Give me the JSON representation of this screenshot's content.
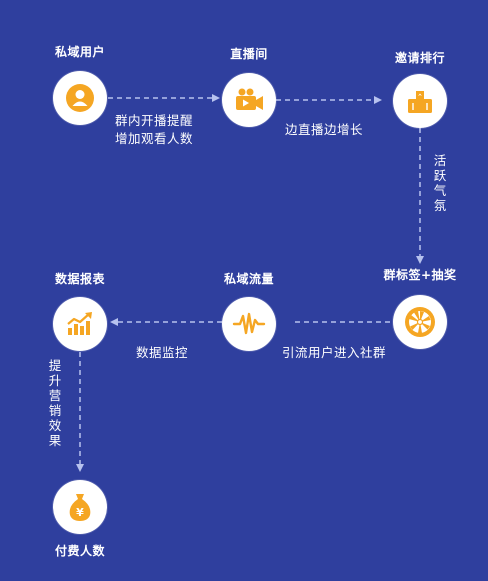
{
  "nodes": {
    "private_users": {
      "title": "私域用户",
      "icon": "user-icon"
    },
    "live_room": {
      "title": "直播间",
      "icon": "video-camera-icon"
    },
    "invite_rank": {
      "title": "邀请排行",
      "icon": "podium-icon"
    },
    "group_tag": {
      "title": "群标签+抽奖",
      "icon": "prize-wheel-icon"
    },
    "private_traffic": {
      "title": "私域流量",
      "icon": "waveform-icon"
    },
    "data_report": {
      "title": "数据报表",
      "icon": "trend-chart-icon"
    },
    "paying_users": {
      "title": "付费人数",
      "icon": "money-bag-icon"
    }
  },
  "edges": {
    "users_to_live": {
      "line1": "群内开播提醒",
      "line2": "增加观看人数"
    },
    "live_to_invite": {
      "text": "边直播边增长"
    },
    "invite_to_tag": {
      "chars": [
        "活",
        "跃",
        "气",
        "氛"
      ]
    },
    "tag_to_traffic": {
      "text": "引流用户进入社群"
    },
    "traffic_to_report": {
      "text": "数据监控"
    },
    "report_to_paying": {
      "chars": [
        "提",
        "升",
        "营",
        "销",
        "效",
        "果"
      ]
    }
  },
  "colors": {
    "background": "#2f3f9e",
    "accent": "#f5a623",
    "line": "#b7c2ee",
    "node_fill": "#ffffff"
  }
}
